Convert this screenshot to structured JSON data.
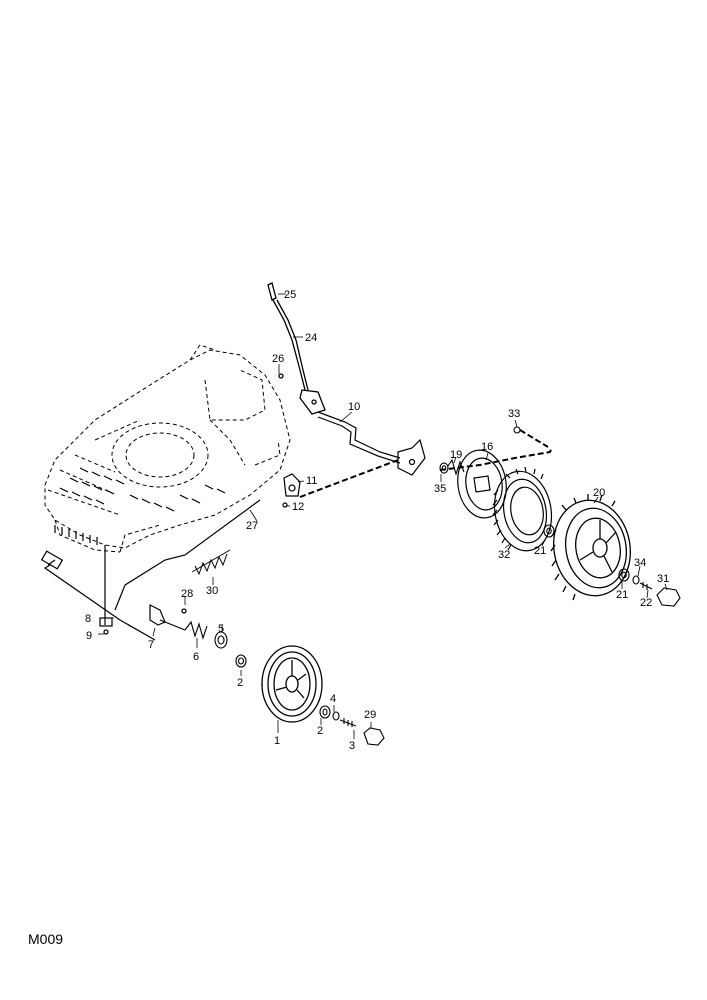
{
  "diagram_code": "M009",
  "callouts": [
    "1",
    "2",
    "2",
    "3",
    "4",
    "5",
    "6",
    "7",
    "8",
    "9",
    "10",
    "11",
    "12",
    "16",
    "19",
    "20",
    "21",
    "21",
    "22",
    "24",
    "25",
    "26",
    "27",
    "28",
    "29",
    "30",
    "31",
    "32",
    "33",
    "34",
    "35"
  ]
}
